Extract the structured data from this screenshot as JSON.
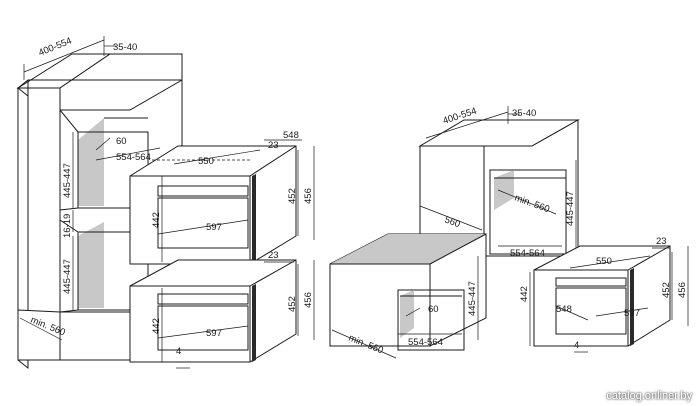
{
  "left_diagram": {
    "top_depth": "400-554",
    "top_offset": "35-40",
    "niche_depth_top": "60",
    "niche_width_top": "554-564",
    "niche_height_upper": "445-447",
    "gap_between": "16-19",
    "niche_height_lower": "445-447",
    "column_width": "min. 560",
    "upper_oven": {
      "depth": "548",
      "front_offset": "23",
      "top_width": "550",
      "front_width": "597",
      "body_height": "442",
      "panel_height": "452",
      "total_height": "456"
    },
    "lower_oven": {
      "front_offset": "23",
      "front_width": "597",
      "body_height": "442",
      "panel_height": "452",
      "total_height": "456",
      "bottom_gap": "4"
    }
  },
  "right_diagram": {
    "top_depth": "400-554",
    "top_offset": "35-40",
    "upper_depth": "560",
    "upper_niche_depth": "min. 560",
    "upper_niche_width": "554-564",
    "upper_niche_height": "445-447",
    "base_width": "min. 560",
    "base_niche_depth": "60",
    "base_niche_width": "554-564",
    "base_niche_height": "445-447",
    "oven": {
      "front_offset": "23",
      "top_width": "550",
      "body_height": "442",
      "depth": "548",
      "front_width": "597",
      "panel_height": "452",
      "total_height": "456",
      "bottom_gap": "4"
    }
  },
  "watermark": "catalog.onliner.by"
}
